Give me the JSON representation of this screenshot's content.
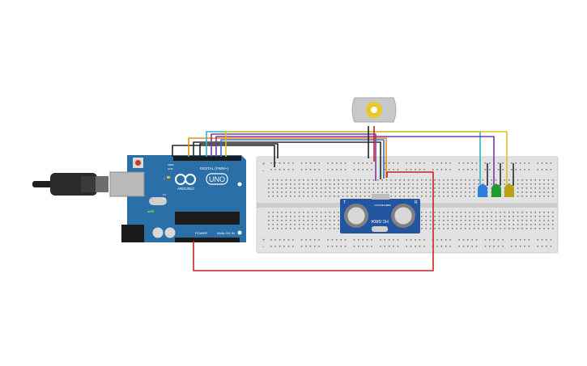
{
  "arduino": {
    "brand": "ARDUINO",
    "model": "UNO",
    "digital_label": "DIGITAL (PWM~)",
    "power_label": "POWER",
    "analog_label": "ANALOG IN",
    "pin_aref": "AREF",
    "pin_gnd": "GND",
    "pin_tx": "TX",
    "pin_rx": "RX",
    "pin_on": "ON",
    "pin_l": "L"
  },
  "sensor": {
    "model": "HC-SR04",
    "pins": [
      "VCC",
      "TRIG",
      "ECHO",
      "GND"
    ],
    "mark_t": "T",
    "mark_r": "R"
  },
  "breadboard": {
    "rail_plus": "+",
    "rail_minus": "-"
  },
  "colors": {
    "arduino_board": "#2a6fa8",
    "sensor_board": "#2256a0",
    "breadboard": "#e2e2e2",
    "motor": "#c8c8c8",
    "wire_red": "#cc2222",
    "wire_black": "#222222",
    "wire_orange": "#e88a1a",
    "wire_cyan": "#2eb6c6",
    "wire_yellow": "#e0c21a",
    "wire_purple": "#7a3aa8",
    "wire_blue": "#3a6ec8",
    "led_blue": "#2c7ed8",
    "led_green": "#1f9a2e",
    "led_yellow": "#b8a018"
  }
}
